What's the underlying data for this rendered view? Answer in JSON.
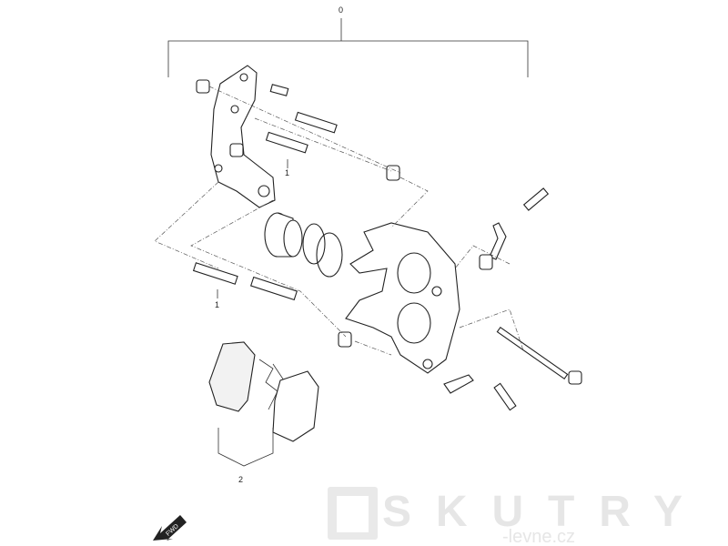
{
  "diagram": {
    "labels": {
      "assembly": "0",
      "bolt_upper": "1",
      "bolt_lower": "1",
      "pads": "2"
    },
    "fwd_arrow": "FWD",
    "watermark": {
      "brand": "Skutry",
      "domain": "-levne.cz"
    }
  }
}
